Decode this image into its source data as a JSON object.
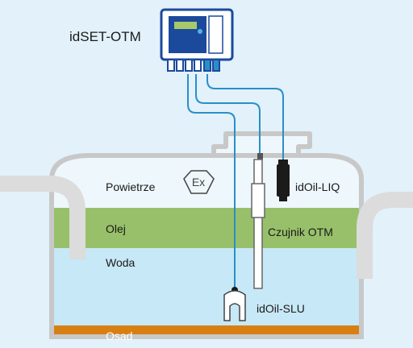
{
  "device": {
    "label": "idSET-OTM"
  },
  "zones": {
    "air": "Powietrze",
    "oil": "Olej",
    "water": "Woda",
    "sediment": "Osad"
  },
  "sensors": {
    "liq": "idOil-LIQ",
    "otm": "Czujnik OTM",
    "slu": "idOil-SLU"
  },
  "colors": {
    "background": "#e2f1fa",
    "tank_outline": "#c8c8c8",
    "air": "#eef7fc",
    "oil": "#98c06a",
    "water": "#c7e8f6",
    "sediment": "#d87f14",
    "cable": "#2a8fc9",
    "device_body": "#1b4a9c"
  },
  "icons": [
    "atex-ex-icon"
  ]
}
